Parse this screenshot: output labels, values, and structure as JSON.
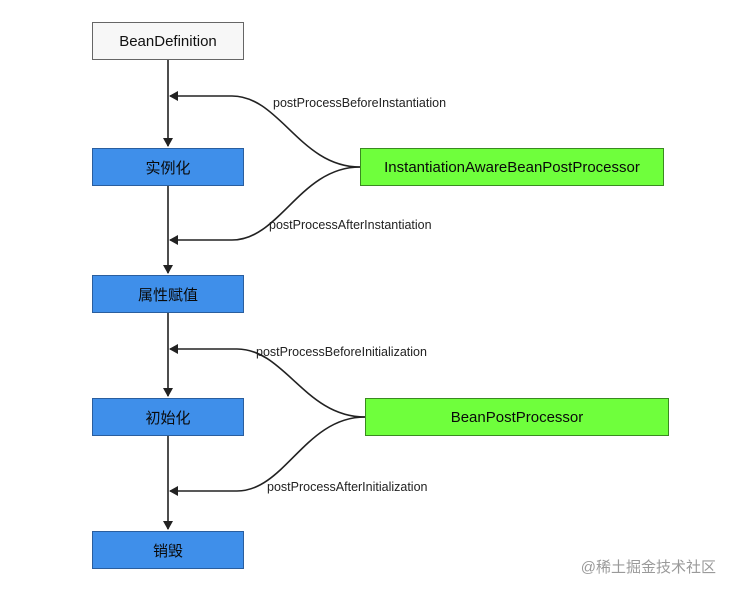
{
  "nodes": {
    "bean_definition": "BeanDefinition",
    "instantiation": "实例化",
    "populate": "属性赋值",
    "initialization": "初始化",
    "destroy": "销毁",
    "instantiation_aware_processor": "InstantiationAwareBeanPostProcessor",
    "bean_post_processor": "BeanPostProcessor"
  },
  "edges": {
    "before_instantiation": "postProcessBeforeInstantiation",
    "after_instantiation": "postProcessAfterInstantiation",
    "before_initialization": "postProcessBeforeInitialization",
    "after_initialization": "postProcessAfterInitialization"
  },
  "watermark": "@稀土掘金技术社区",
  "colors": {
    "process_node": "#3f8fea",
    "processor_node": "#6fff3c",
    "start_node": "#f7f7f7",
    "line": "#222222"
  }
}
